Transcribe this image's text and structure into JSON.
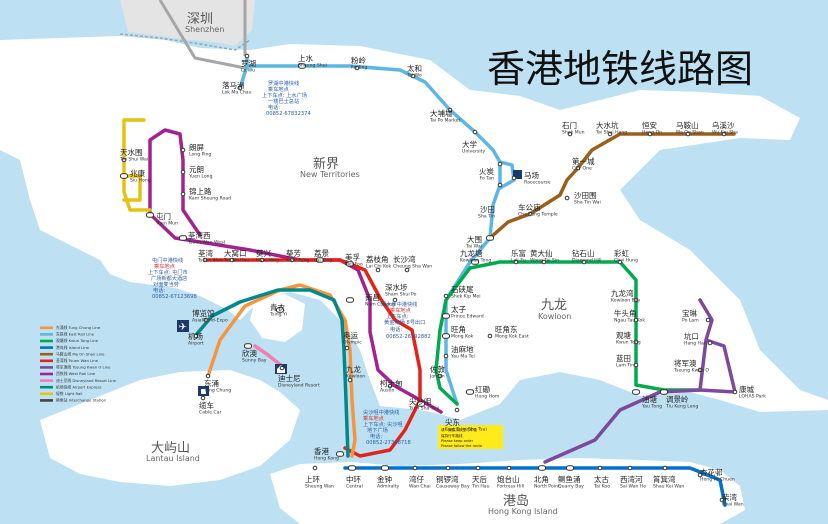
{
  "title": "香港地铁线路图",
  "colors": {
    "sea": "#bde1f2",
    "land": "#ffffff",
    "shenzhen": "#e4e4e4",
    "east_rail": "#5eb6e4",
    "tsuen_wan": "#e2231a",
    "kwun_tong": "#00ab4e",
    "island": "#0071ce",
    "tung_chung": "#f7943e",
    "west_rail": "#a3238e",
    "ma_on_shan": "#9a5f1a",
    "tko": "#7d499d",
    "disney": "#f17fb2",
    "light_rail": "#e5c212",
    "airport_express": "#00888a"
  },
  "regions": {
    "shenzhen_zh": "深圳",
    "shenzhen_en": "Shenzhen",
    "nt_zh": "新界",
    "nt_en": "New Territories",
    "kowloon_zh": "九龙",
    "kowloon_en": "Kowloon",
    "hki_zh": "港岛",
    "hki_en": "Hong Kong Island",
    "lantau_zh": "大屿山",
    "lantau_en": "Lantau Island"
  },
  "legend": [
    "东涌线 Tung Chung Line",
    "东铁线 East Rail Line",
    "观塘线 Kwun Tong Line",
    "港岛线 Island Line",
    "马鞍山线 Ma On Shan Line",
    "荃湾线 Tsuen Wan Line",
    "将军澳线 Tseung Kwan O Line",
    "西铁线 West Rail Line",
    "迪士尼线 Disneyland Resort Line",
    "机场快线 Airport Express",
    "轻铁 Light Rail",
    "换乘站 Interchange Station"
  ],
  "notes": {
    "lomachau_lines": [
      "罗湖中港快线",
      "乘车地点",
      "上下车点: 上水广场",
      "一楼巴士总站",
      "电话:",
      "00852-67832374"
    ],
    "tuenmun_lines": [
      "屯门中港快线",
      "乘车地点",
      "上下车点: 屯门市",
      "广场新都大酒店",
      "对面麦当劳",
      "电话:",
      "00852-67123698"
    ],
    "shamshuipo_lines": [
      "深水埗中港快线",
      "乘车地点",
      "上下车点:",
      "黄金商场 8号出口",
      "电话:",
      "00852-26392882"
    ],
    "tsimshatsui_lines": [
      "尖沙咀中港快线",
      "乘车地点",
      "上下车点: 尖沙咀",
      "地下广场",
      "电话:",
      "00852-27388718"
    ],
    "yellow_lines": [
      "请一致保持队型与车位",
      "保持行车路线",
      "Please keep order",
      "Please follow the route"
    ]
  },
  "stations": {
    "lo_wu": {
      "zh": "罗湖",
      "en": "Lo Wu"
    },
    "lok_ma_chau": {
      "zh": "落马洲",
      "en": "Lok Ma Chau"
    },
    "sheung_shui": {
      "zh": "上水",
      "en": "Sheung Shui"
    },
    "fanling": {
      "zh": "粉岭",
      "en": "Fanling"
    },
    "tai_wo": {
      "zh": "太和",
      "en": "Tai Wo"
    },
    "tai_po_market": {
      "zh": "大埔墟",
      "en": "Tai Po Market"
    },
    "university": {
      "zh": "大学",
      "en": "University"
    },
    "fo_tan": {
      "zh": "火炭",
      "en": "Fo Tan"
    },
    "racecourse": {
      "zh": "马场",
      "en": "Racecourse"
    },
    "sha_tin": {
      "zh": "沙田",
      "en": "Sha Tin"
    },
    "tai_wai": {
      "zh": "大围",
      "en": "Tai Wai"
    },
    "che_kung_temple": {
      "zh": "车公庙",
      "en": "Che Kung Temple"
    },
    "sha_tin_wai": {
      "zh": "沙田围",
      "en": "Sha Tin Wai"
    },
    "city_one": {
      "zh": "第一城",
      "en": "City One"
    },
    "shek_mun": {
      "zh": "石门",
      "en": "Shek Mun"
    },
    "tai_shui_hang": {
      "zh": "大水坑",
      "en": "Tai Shui Hang"
    },
    "heng_on": {
      "zh": "恒安",
      "en": "Heng On"
    },
    "ma_on_shan": {
      "zh": "马鞍山",
      "en": "Ma On Shan"
    },
    "wu_kai_sha": {
      "zh": "乌溪沙",
      "en": "Wu Kai Sha"
    },
    "tin_shui_wai": {
      "zh": "天水围",
      "en": "Tin Shui Wai"
    },
    "long_ping": {
      "zh": "朗屏",
      "en": "Long Ping"
    },
    "yuen_long": {
      "zh": "元朗",
      "en": "Yuen Long"
    },
    "siu_hong": {
      "zh": "兆康",
      "en": "Siu Hong"
    },
    "kam_sheung_road": {
      "zh": "锦上路",
      "en": "Kam Sheung Road"
    },
    "tuen_mun": {
      "zh": "屯门",
      "en": "Tuen Mun"
    },
    "tsuen_wan_west": {
      "zh": "荃湾西",
      "en": "Tsuen Wan West"
    },
    "tsuen_wan": {
      "zh": "荃湾",
      "en": "Tsuen Wan"
    },
    "tai_wo_hau": {
      "zh": "大窝口",
      "en": "Tai Wo Hau"
    },
    "kwai_hing": {
      "zh": "葵兴",
      "en": "Kwai Hing"
    },
    "kwai_fong": {
      "zh": "葵芳",
      "en": "Kwai Fong"
    },
    "lai_king": {
      "zh": "荔景",
      "en": "Lai King"
    },
    "mei_foo": {
      "zh": "美孚",
      "en": "Mei Foo"
    },
    "lai_chi_kok": {
      "zh": "荔枝角",
      "en": "Lai Chi Kok"
    },
    "cheung_sha_wan": {
      "zh": "长沙湾",
      "en": "Cheung Sha Wan"
    },
    "nam_cheong": {
      "zh": "南昌",
      "en": "Nam Cheong"
    },
    "sham_shui_po": {
      "zh": "深水埗",
      "en": "Sham Shui Po"
    },
    "kowloon_tong": {
      "zh": "九龙塘",
      "en": "Kowloon Tong"
    },
    "lok_fu": {
      "zh": "乐富",
      "en": "Lok Fu"
    },
    "wong_tai_sin": {
      "zh": "黄大仙",
      "en": "Wong Tai Sin"
    },
    "diamond_hill": {
      "zh": "钻石山",
      "en": "Diamond Hill"
    },
    "choi_hung": {
      "zh": "彩虹",
      "en": "Choi Hung"
    },
    "kowloon_bay": {
      "zh": "九龙湾",
      "en": "Kowloon Bay"
    },
    "ngau_tau_kok": {
      "zh": "牛头角",
      "en": "Ngau Tau Kok"
    },
    "kwun_tong": {
      "zh": "观塘",
      "en": "Kwun Tong"
    },
    "lam_tin": {
      "zh": "蓝田",
      "en": "Lam Tin"
    },
    "yau_tong": {
      "zh": "油塘",
      "en": "Yau Tong"
    },
    "tiu_keng_leng": {
      "zh": "调景岭",
      "en": "Tiu Keng Leng"
    },
    "tseung_kwan_o": {
      "zh": "将军澳",
      "en": "Tseung Kwan O"
    },
    "hang_hau": {
      "zh": "坑口",
      "en": "Hang Hau"
    },
    "po_lam": {
      "zh": "宝琳",
      "en": "Po Lam"
    },
    "lohas_park": {
      "zh": "康城",
      "en": "LOHAS Park"
    },
    "shek_kip_mei": {
      "zh": "石硖尾",
      "en": "Shek Kip Mei"
    },
    "prince_edward": {
      "zh": "太子",
      "en": "Prince Edward"
    },
    "mong_kok": {
      "zh": "旺角",
      "en": "Mong Kok"
    },
    "mong_kok_east": {
      "zh": "旺角东",
      "en": "Mong Kok East"
    },
    "yau_ma_tei": {
      "zh": "油麻地",
      "en": "Yau Ma Tei"
    },
    "jordan": {
      "zh": "佐敦",
      "en": "Jordan"
    },
    "ho_man_tin_label": {
      "zh": "何文田",
      "en": "Ho Man Tin"
    },
    "hung_hom": {
      "zh": "红磡",
      "en": "Hung Hom"
    },
    "east_tsim_sha_tsui": {
      "zh": "尖东",
      "en": "East Tsim Sha Tsui"
    },
    "tsim_sha_tsui": {
      "zh": "尖沙咀",
      "en": "Tsim Sha Tsui"
    },
    "austin": {
      "zh": "柯士甸",
      "en": "Austin"
    },
    "kowloon": {
      "zh": "九龙",
      "en": "Kowloon"
    },
    "olympic": {
      "zh": "奥运",
      "en": "Olympic"
    },
    "tsing_yi": {
      "zh": "青衣",
      "en": "Tsing Yi"
    },
    "sunny_bay": {
      "zh": "欣澳",
      "en": "Sunny Bay"
    },
    "disneyland": {
      "zh": "迪士尼",
      "en": "Disneyland Resort"
    },
    "airport": {
      "zh": "机场",
      "en": "Airport"
    },
    "asiaworld": {
      "zh": "博览馆",
      "en": "AsiaWorld-Expo"
    },
    "tung_chung": {
      "zh": "东涌",
      "en": "Tung Chung"
    },
    "cable_car": {
      "zh": "缆车",
      "en": "Cable Car"
    },
    "hong_kong": {
      "zh": "香港",
      "en": "Hong Kong"
    },
    "sheung_wan": {
      "zh": "上环",
      "en": "Sheung Wan"
    },
    "central": {
      "zh": "中环",
      "en": "Central"
    },
    "admiralty": {
      "zh": "金钟",
      "en": "Admiralty"
    },
    "wan_chai": {
      "zh": "湾仔",
      "en": "Wan Chai"
    },
    "causeway_bay": {
      "zh": "铜锣湾",
      "en": "Causeway Bay"
    },
    "tin_hau": {
      "zh": "天后",
      "en": "Tin Hau"
    },
    "fortress_hill": {
      "zh": "炮台山",
      "en": "Fortress Hill"
    },
    "north_point": {
      "zh": "北角",
      "en": "North Point"
    },
    "quarry_bay": {
      "zh": "鲗鱼涌",
      "en": "Quarry Bay"
    },
    "tai_koo": {
      "zh": "太古",
      "en": "Tai Koo"
    },
    "sai_wan_ho": {
      "zh": "西湾河",
      "en": "Sai Wan Ho"
    },
    "shau_kei_wan": {
      "zh": "筲箕湾",
      "en": "Shau Kei Wan"
    },
    "heng_fa_chuen": {
      "zh": "杏花邨",
      "en": "Heng Fa Chuen"
    },
    "chai_wan": {
      "zh": "柴湾",
      "en": "Chai Wan"
    }
  }
}
